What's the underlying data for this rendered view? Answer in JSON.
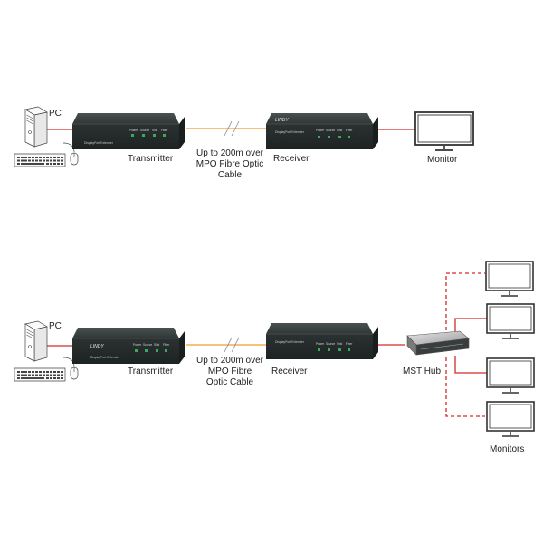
{
  "top": {
    "pc_label": "PC",
    "transmitter_label": "Transmitter",
    "cable_label_lines": [
      "Up to 200m over",
      "MPO Fibre Optic",
      "Cable"
    ],
    "receiver_label": "Receiver",
    "monitor_label": "Monitor"
  },
  "bottom": {
    "pc_label": "PC",
    "transmitter_label": "Transmitter",
    "cable_label_lines": [
      "Up to 200m over",
      "MPO Fibre",
      "Optic Cable"
    ],
    "receiver_label": "Receiver",
    "hub_label": "MST Hub",
    "monitors_label": "Monitors"
  },
  "device": {
    "brand": "LINDY",
    "model_text": "DisplayPort Extender",
    "led_labels": [
      "Power",
      "Source",
      "Sink",
      "Fiber"
    ]
  },
  "colors": {
    "video_cable": "#d42a2a",
    "fibre_cable": "#f29a2e",
    "dashed_cable": "#d42a2a",
    "device_body": "#2f3434",
    "led": "#3aa860"
  }
}
